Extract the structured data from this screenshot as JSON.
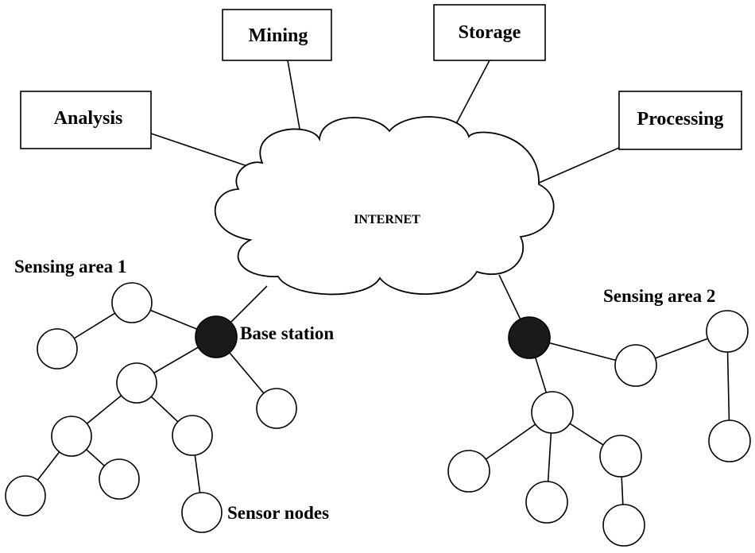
{
  "cloud": {
    "label": "INTERNET"
  },
  "services": [
    {
      "id": "analysis",
      "label": "Analysis"
    },
    {
      "id": "mining",
      "label": "Mining"
    },
    {
      "id": "storage",
      "label": "Storage"
    },
    {
      "id": "processing",
      "label": "Processing"
    }
  ],
  "labels": {
    "sensing_area_1": "Sensing area 1",
    "sensing_area_2": "Sensing area 2",
    "base_station": "Base station",
    "sensor_nodes": "Sensor nodes"
  },
  "colors": {
    "stroke": "#000000",
    "background": "#ffffff",
    "base_station_fill": "#1a1a1a"
  }
}
